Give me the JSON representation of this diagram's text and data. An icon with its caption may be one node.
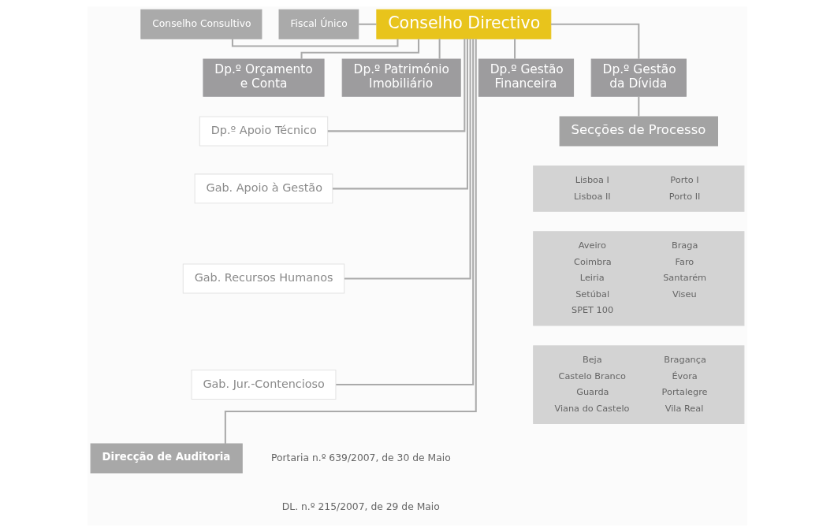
{
  "diagram": {
    "nodes": [
      {
        "text": [
          "Conselho Consultivo"
        ]
      },
      {
        "text": [
          "Fiscal Único"
        ]
      },
      {
        "text": [
          "Conselho Directivo"
        ]
      },
      {
        "text": [
          "Dp.º Orçamento e Conta"
        ]
      },
      {
        "text": [
          "Dp.º Património Imobiliário"
        ]
      },
      {
        "text": [
          "Dp.º Gestão Financeira"
        ]
      },
      {
        "text": [
          "Dp.º Gestão da Dívida"
        ]
      },
      {
        "text": [
          "Secções de Processo"
        ]
      },
      {
        "text": [
          "Lisboa I",
          "Porto I",
          "Lisboa II",
          "Porto II"
        ]
      },
      {
        "text": [
          "Aveiro",
          "Braga",
          "Coimbra",
          "Faro",
          "Leiria",
          "Santarém",
          "Setúbal",
          "Viseu",
          "SPET 100"
        ]
      },
      {
        "text": [
          "Beja",
          "Bragança",
          "Castelo Branco",
          "Évora",
          "Guarda",
          "Portalegre",
          "Viana do Castelo",
          "Vila Real"
        ]
      },
      {
        "text": [
          "Dp.º Apoio Técnico"
        ]
      },
      {
        "text": [
          "Gab. Apoio à Gestão"
        ]
      },
      {
        "text": [
          "Gab. Recursos Humanos"
        ]
      },
      {
        "text": [
          "Gab. Jur.-Contencioso"
        ]
      },
      {
        "text": [
          "Direcção de Auditoria"
        ]
      }
    ],
    "edges": [
      {
        "from": 0,
        "to": 2,
        "arrow": "none"
      },
      {
        "from": 1,
        "to": 2,
        "arrow": "none"
      },
      {
        "from": 2,
        "to": 3,
        "arrow": "none"
      },
      {
        "from": 2,
        "to": 4,
        "arrow": "none"
      },
      {
        "from": 2,
        "to": 5,
        "arrow": "none"
      },
      {
        "from": 2,
        "to": 6,
        "arrow": "none"
      },
      {
        "from": 6,
        "to": 7,
        "arrow": "none"
      },
      {
        "from": 2,
        "to": 11,
        "arrow": "none"
      },
      {
        "from": 2,
        "to": 12,
        "arrow": "none"
      },
      {
        "from": 2,
        "to": 13,
        "arrow": "none"
      },
      {
        "from": 2,
        "to": 14,
        "arrow": "none"
      },
      {
        "from": 2,
        "to": 15,
        "arrow": "none"
      }
    ],
    "labels": [
      "Portaria n.º 639/2007, de 30 de Maio",
      "DL. n.º 215/2007, de 29 de Maio"
    ]
  }
}
